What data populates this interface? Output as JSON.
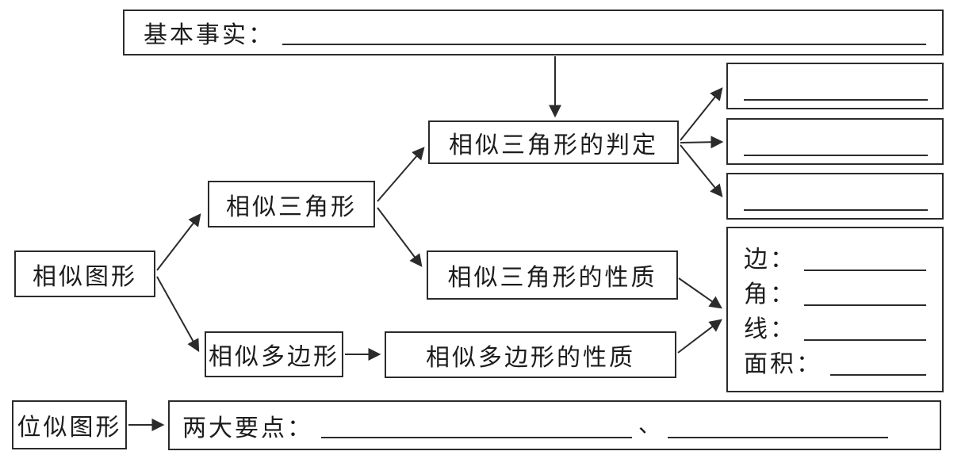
{
  "colors": {
    "ink": "#2b2b2b",
    "paper": "#ffffff"
  },
  "diagram": {
    "basic_fact": {
      "label": "基本事实："
    },
    "similar_figures": {
      "label": "相似图形"
    },
    "similar_triangles": {
      "label": "相似三角形"
    },
    "similar_polygons": {
      "label": "相似多边形"
    },
    "triangle_judgement": {
      "label": "相似三角形的判定"
    },
    "triangle_properties": {
      "label": "相似三角形的性质"
    },
    "polygon_properties": {
      "label": "相似多边形的性质"
    },
    "properties_detail": {
      "rows": [
        {
          "label": "边："
        },
        {
          "label": "角："
        },
        {
          "label": "线："
        },
        {
          "label": "面积："
        }
      ]
    },
    "homothetic_figures": {
      "label": "位似图形"
    },
    "two_key_points": {
      "label": "两大要点：",
      "separator": "、"
    }
  }
}
